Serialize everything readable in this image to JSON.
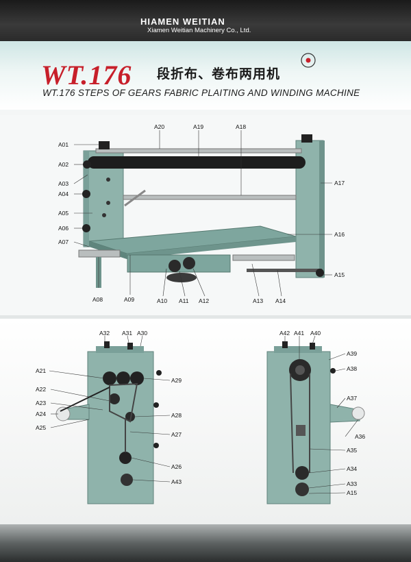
{
  "header": {
    "logo": "HIAMEN WEITIAN",
    "company": "Xiamen Weitian Machinery Co., Ltd."
  },
  "title": {
    "model": "WT.176",
    "chinese": "段折布、卷布两用机",
    "english": "WT.176 STEPS OF GEARS FABRIC PLAITING AND WINDING MACHINE"
  },
  "main_labels": {
    "A01": "A01",
    "A02": "A02",
    "A03": "A03",
    "A04": "A04",
    "A05": "A05",
    "A06": "A06",
    "A07": "A07",
    "A08": "A08",
    "A09": "A09",
    "A10": "A10",
    "A11": "A11",
    "A12": "A12",
    "A13": "A13",
    "A14": "A14",
    "A15": "A15",
    "A16": "A16",
    "A17": "A17",
    "A18": "A18",
    "A19": "A19",
    "A20": "A20"
  },
  "left_labels": {
    "A32": "A32",
    "A31": "A31",
    "A30": "A30",
    "A21": "A21",
    "A22": "A22",
    "A23": "A23",
    "A24": "A24",
    "A25": "A25",
    "A29": "A29",
    "A28": "A28",
    "A27": "A27",
    "A26": "A26",
    "A43": "A43"
  },
  "right_labels": {
    "A42": "A42",
    "A41": "A41",
    "A40": "A40",
    "A39": "A39",
    "A38": "A38",
    "A37": "A37",
    "A36": "A36",
    "A35": "A35",
    "A34": "A34",
    "A33": "A33",
    "A15": "A15"
  },
  "colors": {
    "machine_green": "#8fb3ab",
    "machine_dark": "#6f938c",
    "brand_red": "#c71f2a"
  }
}
